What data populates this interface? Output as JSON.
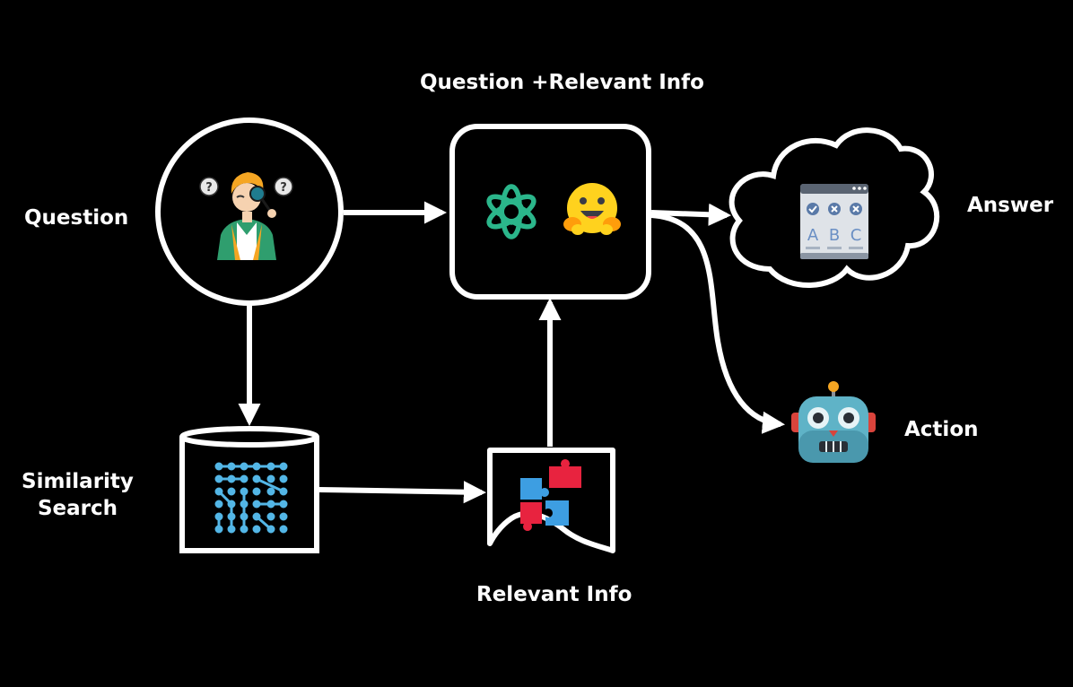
{
  "labels": {
    "top": "Question +Relevant Info",
    "question": "Question",
    "answer": "Answer",
    "action": "Action",
    "similarity_line1": "Similarity",
    "similarity_line2": "Search",
    "relevant_info": "Relevant Info"
  },
  "answer_options": [
    "A",
    "B",
    "C"
  ],
  "colors": {
    "background": "#000000",
    "stroke": "#ffffff",
    "openai_green": "#2bb68b",
    "hug_yellow": "#ffd21e",
    "vector_blue": "#53b6e6",
    "puzzle_red": "#e8233f",
    "puzzle_blue": "#3d9ee2",
    "person_orange": "#f5a623",
    "robot_teal": "#5fb3c7"
  },
  "icons": {
    "question_node": "confused-person-icon",
    "llm_node": [
      "openai-icon",
      "huggingface-icon"
    ],
    "answer_node": "quiz-options-icon",
    "action_node": "robot-icon",
    "db_node": "vector-network-icon",
    "info_node": "puzzle-icon"
  }
}
